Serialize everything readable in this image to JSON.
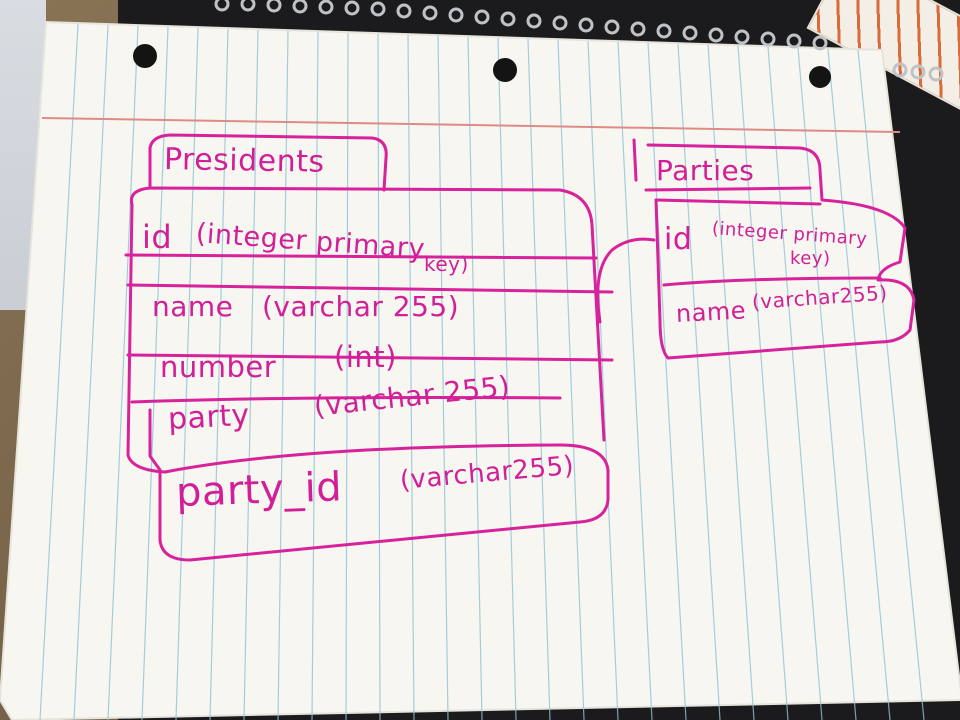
{
  "presidents_table": {
    "title": "Presidents",
    "fields": [
      {
        "name": "id",
        "type": "(integer primary",
        "type_cont": "key)"
      },
      {
        "name": "name",
        "type": "(varchar 255)"
      },
      {
        "name": "number",
        "type": "(int)"
      },
      {
        "name": "party",
        "type": "(varchar 255)"
      },
      {
        "name": "party_id",
        "type": "(varchar255)"
      }
    ]
  },
  "parties_table": {
    "title": "Parties",
    "fields": [
      {
        "name": "id",
        "type": "(integer primary",
        "type_cont": "key)"
      },
      {
        "name": "name",
        "type": "(varchar255)"
      }
    ]
  },
  "colors": {
    "ink": "#d7229c",
    "paper": "#f7f6f1",
    "rule_lines": "#8fc3d6",
    "margin_line": "#e08a86",
    "notebook": "#1b1b1d"
  }
}
